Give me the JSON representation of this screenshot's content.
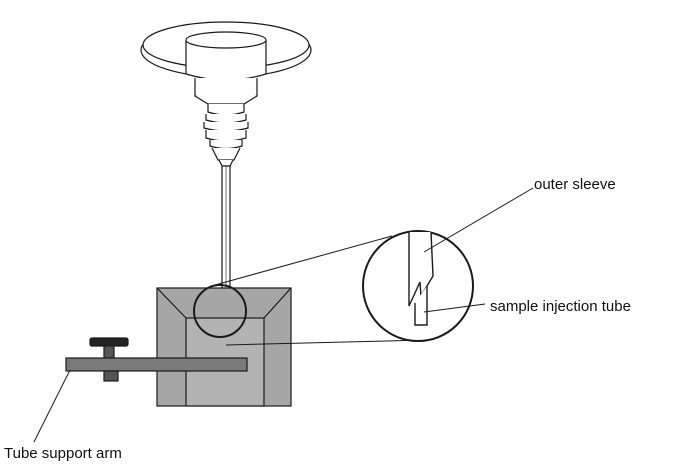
{
  "labels": {
    "outer_sleeve": "outer sleeve",
    "sample_injection_tube": "sample injection tube",
    "tube_support_arm": "Tube support arm"
  },
  "colors": {
    "line": "#1a1a1a",
    "block_fill": "#a6a6a6",
    "block_inner": "#b3b3b3",
    "arm_fill": "#7a7a7a",
    "knob_fill": "#222222",
    "background": "#ffffff"
  }
}
